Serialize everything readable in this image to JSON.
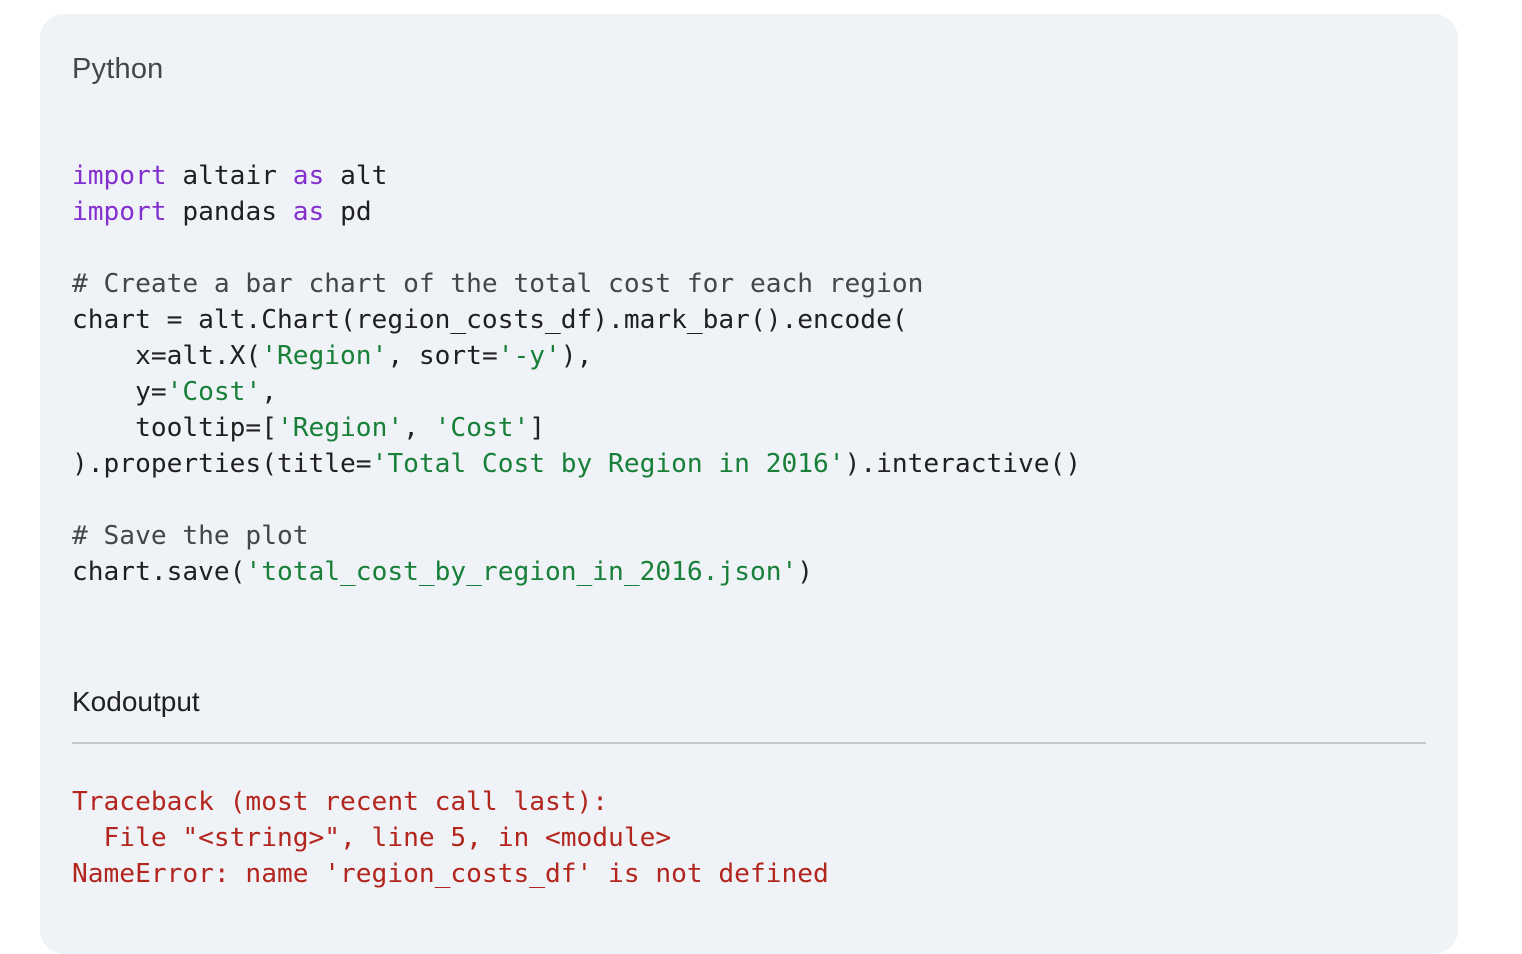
{
  "code_block": {
    "language": "Python",
    "lines": [
      [
        {
          "t": "kw",
          "v": "import"
        },
        {
          "t": "p",
          "v": " altair "
        },
        {
          "t": "kw",
          "v": "as"
        },
        {
          "t": "p",
          "v": " alt"
        }
      ],
      [
        {
          "t": "kw",
          "v": "import"
        },
        {
          "t": "p",
          "v": " pandas "
        },
        {
          "t": "kw",
          "v": "as"
        },
        {
          "t": "p",
          "v": " pd"
        }
      ],
      [],
      [
        {
          "t": "cmt",
          "v": "# Create a bar chart of the total cost for each region"
        }
      ],
      [
        {
          "t": "p",
          "v": "chart = alt.Chart(region_costs_df).mark_bar().encode("
        }
      ],
      [
        {
          "t": "p",
          "v": "    x=alt.X("
        },
        {
          "t": "str",
          "v": "'Region'"
        },
        {
          "t": "p",
          "v": ", sort="
        },
        {
          "t": "str",
          "v": "'-y'"
        },
        {
          "t": "p",
          "v": "),"
        }
      ],
      [
        {
          "t": "p",
          "v": "    y="
        },
        {
          "t": "str",
          "v": "'Cost'"
        },
        {
          "t": "p",
          "v": ","
        }
      ],
      [
        {
          "t": "p",
          "v": "    tooltip=["
        },
        {
          "t": "str",
          "v": "'Region'"
        },
        {
          "t": "p",
          "v": ", "
        },
        {
          "t": "str",
          "v": "'Cost'"
        },
        {
          "t": "p",
          "v": "]"
        }
      ],
      [
        {
          "t": "p",
          "v": ").properties(title="
        },
        {
          "t": "str",
          "v": "'Total Cost by Region in 2016'"
        },
        {
          "t": "p",
          "v": ").interactive()"
        }
      ],
      [],
      [
        {
          "t": "cmt",
          "v": "# Save the plot"
        }
      ],
      [
        {
          "t": "p",
          "v": "chart.save("
        },
        {
          "t": "str",
          "v": "'total_cost_by_region_in_2016.json'"
        },
        {
          "t": "p",
          "v": ")"
        }
      ]
    ]
  },
  "output_block": {
    "title": "Kodoutput",
    "lines": [
      "Traceback (most recent call last):",
      "  File \"<string>\", line 5, in <module>",
      "NameError: name 'region_costs_df' is not defined"
    ]
  },
  "colors": {
    "card_background": "#eff2f7",
    "keyword": "#8430ce",
    "string": "#188038",
    "error": "#b3261e"
  }
}
